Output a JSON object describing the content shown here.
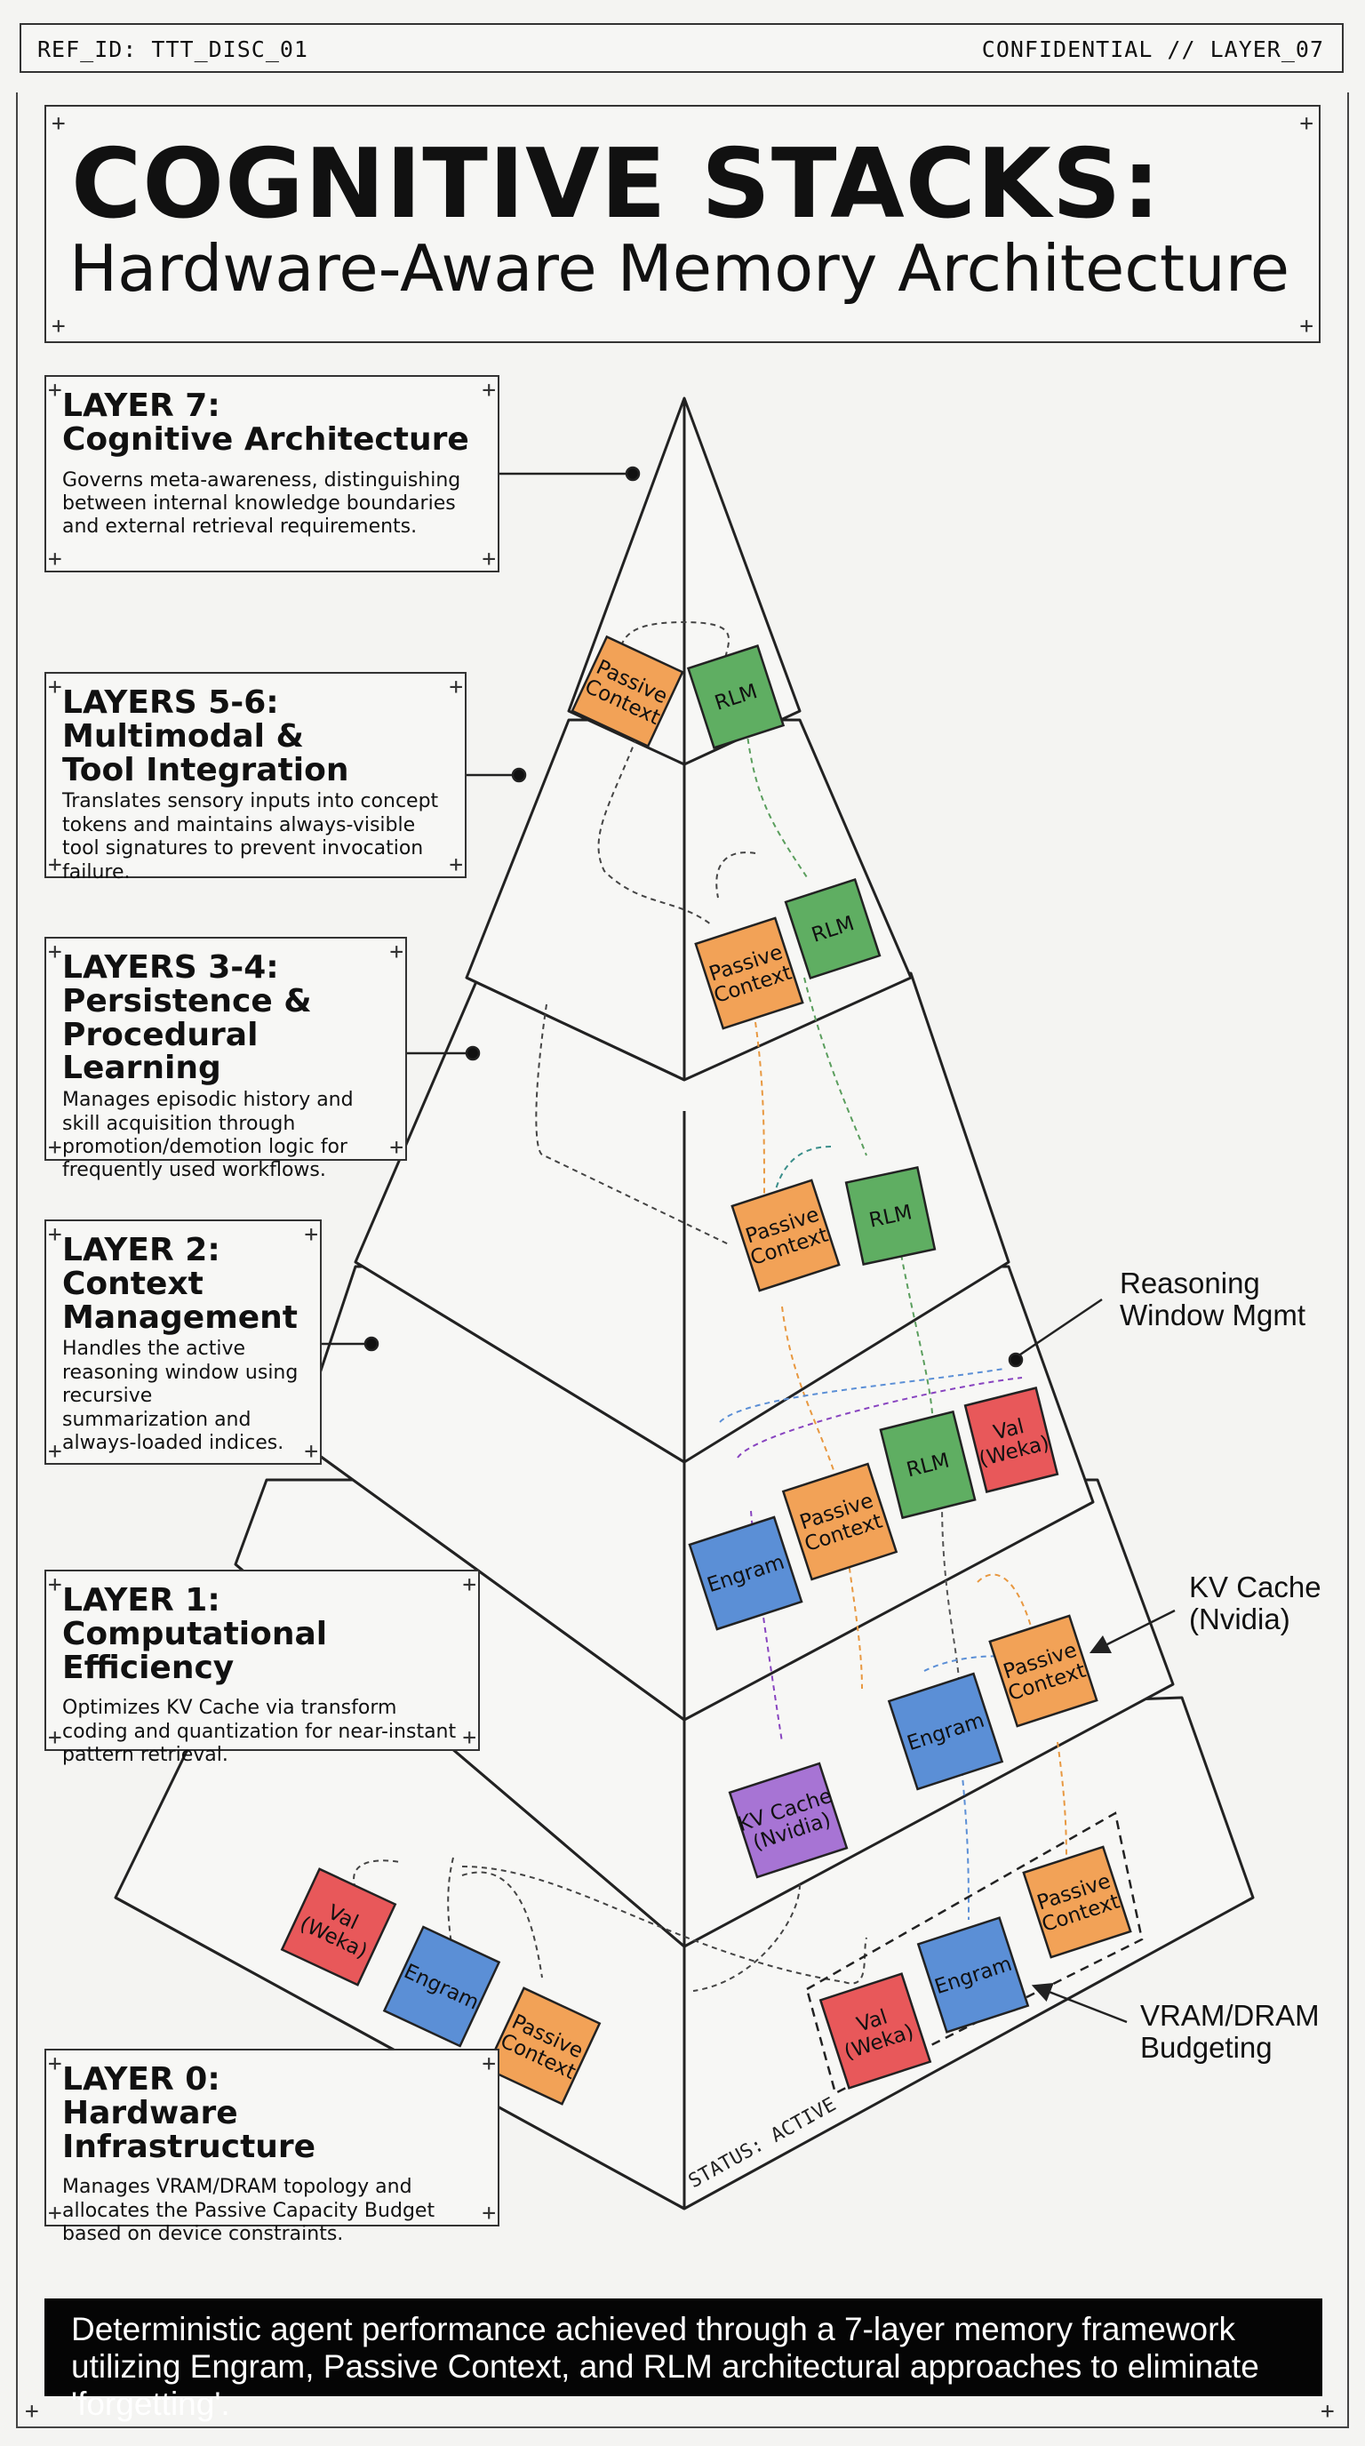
{
  "header": {
    "ref_id": "REF_ID: TTT_DISC_01",
    "classification": "CONFIDENTIAL // LAYER_07"
  },
  "title": {
    "main": "COGNITIVE STACKS:",
    "subtitle": "Hardware-Aware Memory Architecture"
  },
  "layers": [
    {
      "title": "LAYER 7:\nCognitive Architecture",
      "description": "Governs meta-awareness, distinguishing between internal knowledge boundaries and external retrieval requirements."
    },
    {
      "title": "LAYERS 5-6:\nMultimodal &\nTool Integration",
      "description": "Translates sensory inputs into concept tokens and maintains always-visible tool signatures to prevent invocation failure."
    },
    {
      "title": "LAYERS 3-4:\nPersistence &\nProcedural Learning",
      "description": "Manages episodic history and skill acquisition through promotion/demotion logic for frequently used workflows."
    },
    {
      "title": "LAYER 2:\nContext\nManagement",
      "description": "Handles the active reasoning window using recursive summarization and always-loaded indices."
    },
    {
      "title": "LAYER 1:\nComputational Efficiency",
      "description": "Optimizes KV Cache via transform coding and quantization for near-instant pattern retrieval."
    },
    {
      "title": "LAYER 0:\nHardware Infrastructure",
      "description": "Manages VRAM/DRAM topology and allocates the Passive Capacity Budget based on device constraints."
    }
  ],
  "callouts": {
    "reasoning": "Reasoning\nWindow Mgmt",
    "kv_cache": "KV Cache\n(Nvidia)",
    "vram": "VRAM/DRAM\nBudgeting"
  },
  "chips": {
    "passive": "Passive\nContext",
    "rlm": "RLM",
    "engram": "Engram",
    "val": "Val\n(Weka)",
    "kv": "KV Cache\n(Nvidia)"
  },
  "status_stamp": "STATUS: ACTIVE",
  "footer": "Deterministic agent performance achieved through a 7-layer memory framework utilizing Engram, Passive Context, and RLM architectural approaches to eliminate 'forgetting'.",
  "colors": {
    "passive": "#f2a257",
    "rlm": "#5fae62",
    "engram": "#5b8fd6",
    "val": "#e8585a",
    "kv": "#a774d4",
    "line": "#222222"
  },
  "icons": [
    "corner-plus-icon",
    "leader-dot-icon",
    "arrow-icon"
  ]
}
